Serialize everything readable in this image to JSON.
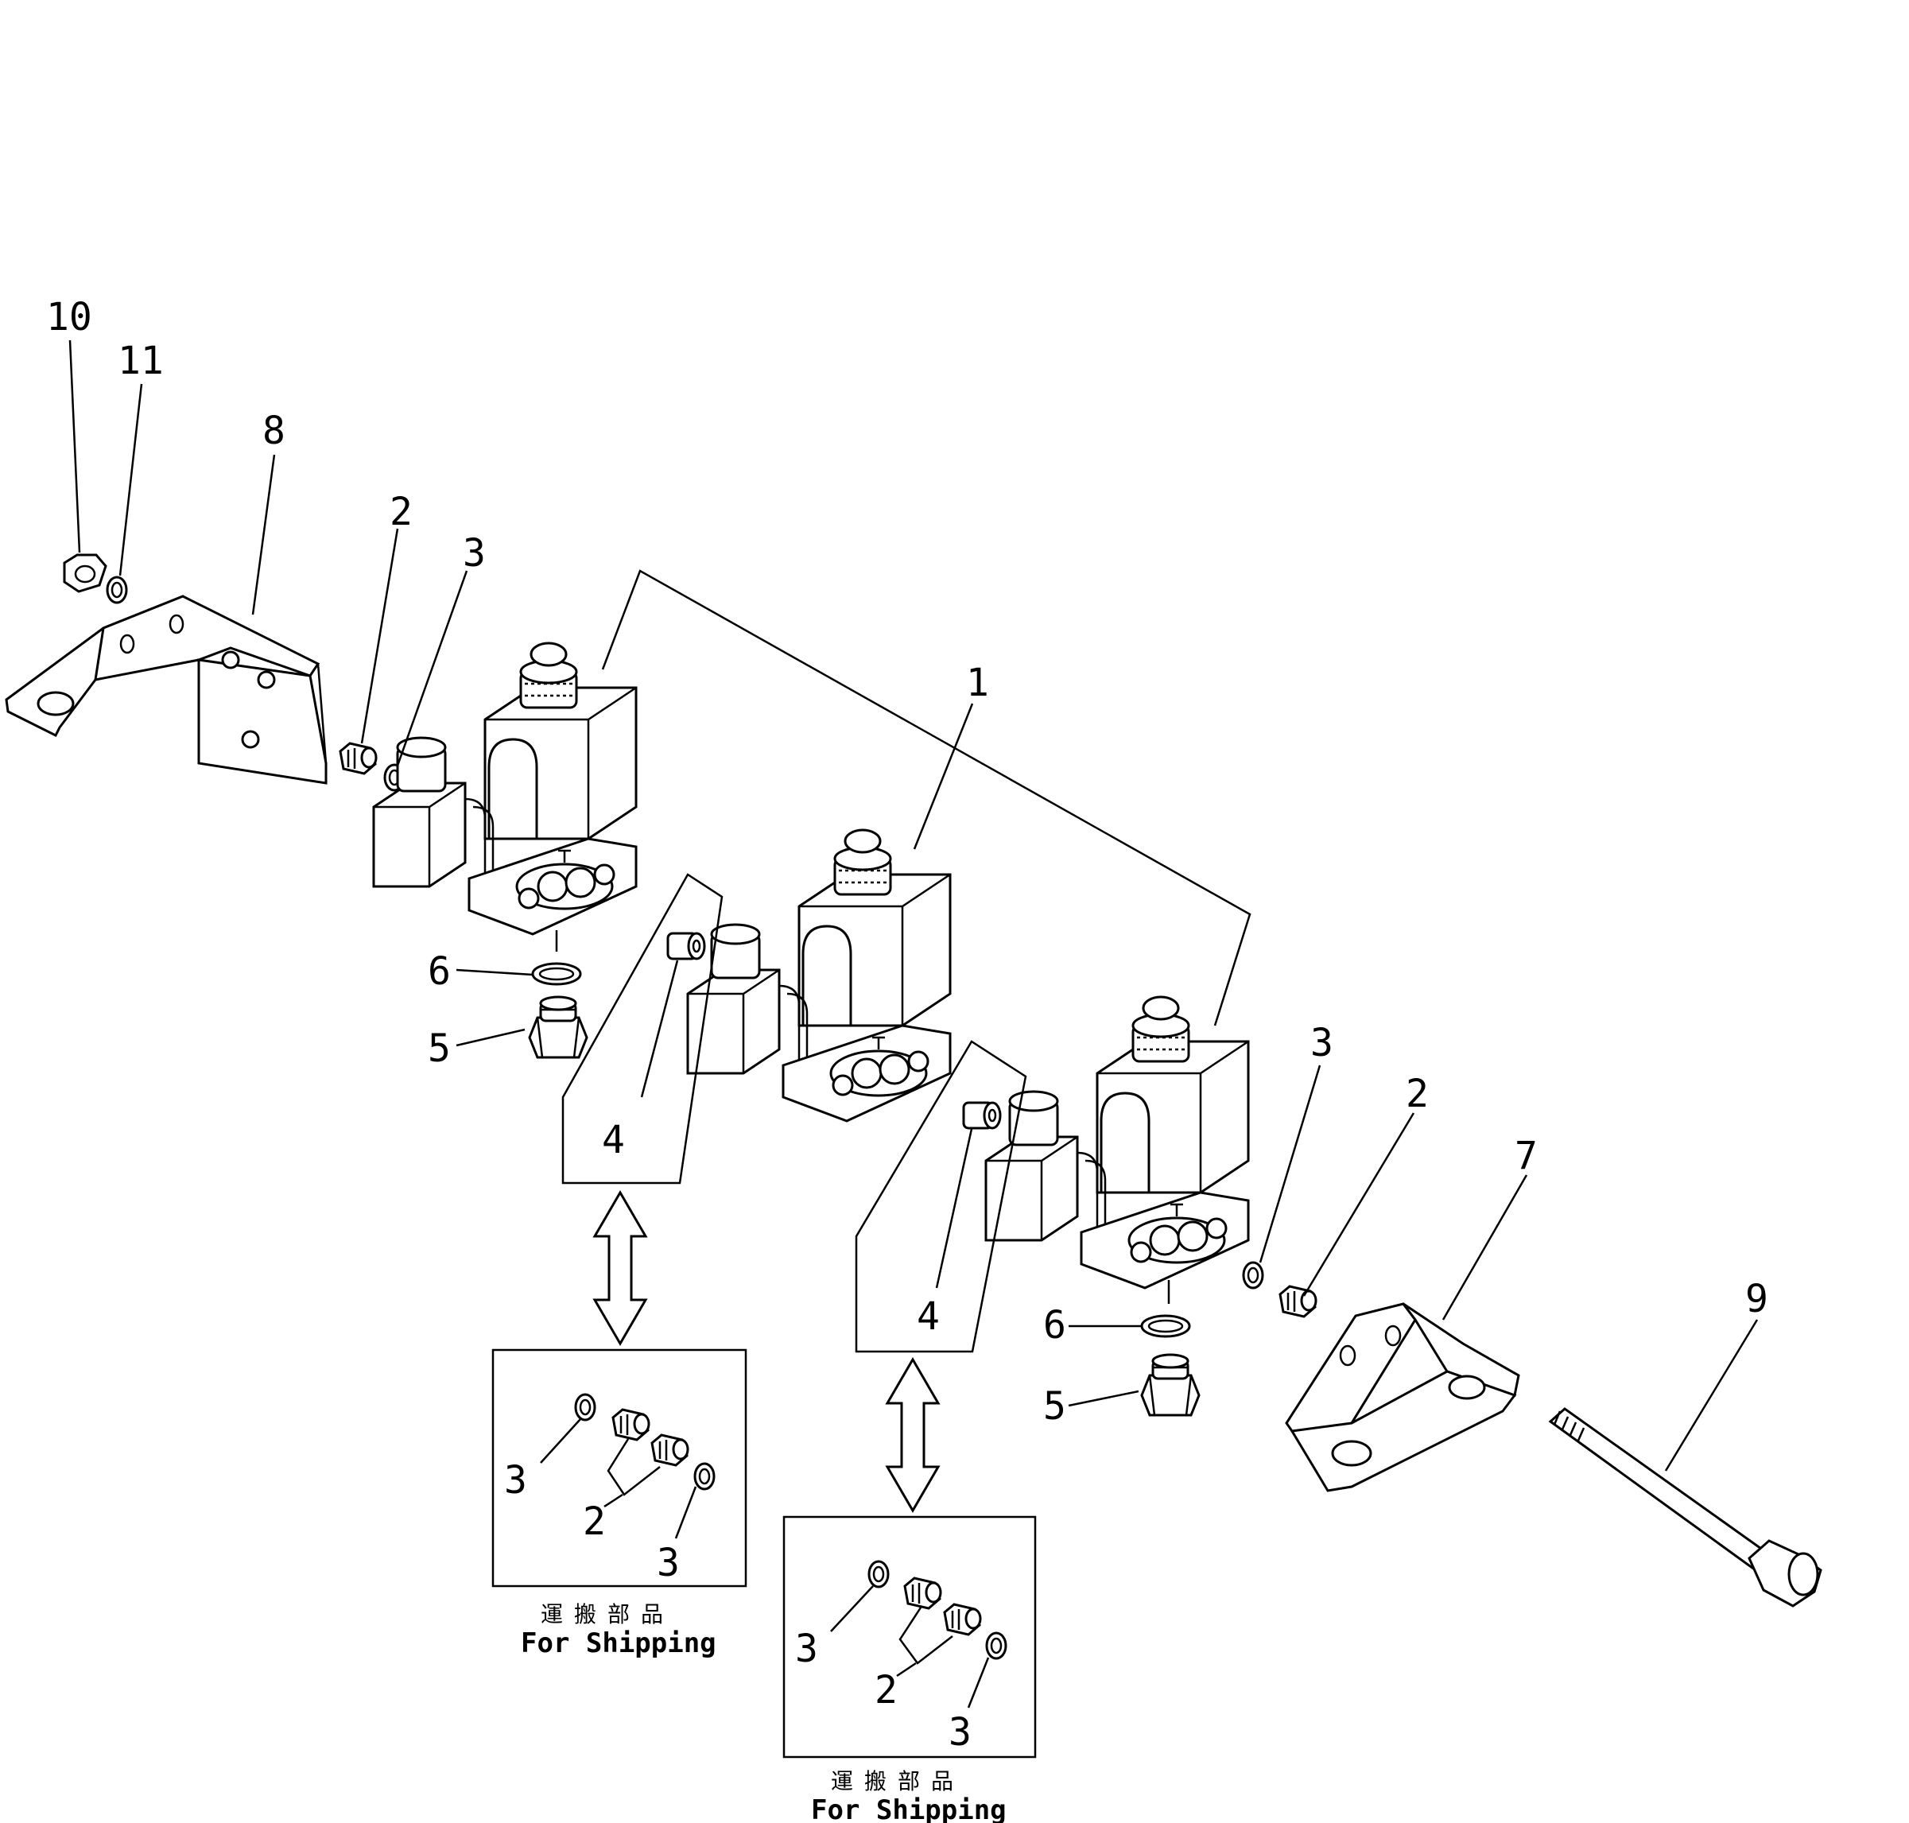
{
  "labels": {
    "l10": "10",
    "l11": "11",
    "l8": "8",
    "l2a": "2",
    "l3a": "3",
    "l1": "1",
    "l6a": "6",
    "l5a": "5",
    "l4a": "4",
    "l3b": "3",
    "l2b": "2",
    "l7": "7",
    "l9": "9",
    "l6b": "6",
    "l5b": "5",
    "l4b": "4",
    "box1_3a": "3",
    "box1_2": "2",
    "box1_3b": "3",
    "box2_3a": "3",
    "box2_2": "2",
    "box2_3b": "3"
  },
  "shipping_boxes": [
    {
      "caption_jp": "運搬部品",
      "caption_en": "For Shipping"
    },
    {
      "caption_jp": "運搬部品",
      "caption_en": "For Shipping"
    }
  ]
}
